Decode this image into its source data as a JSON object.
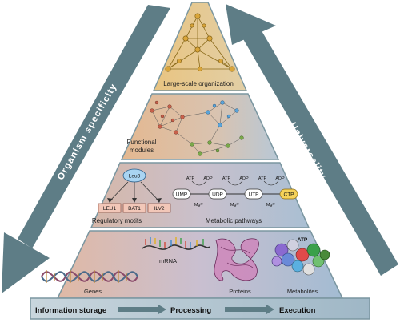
{
  "arrows": {
    "left_label": "Organism specificity",
    "right_label": "Universality"
  },
  "tiers": {
    "top": {
      "label": "Large-scale organization"
    },
    "second": {
      "label_line1": "Functional",
      "label_line2": "modules"
    },
    "third": {
      "hub": "Leu3",
      "targets": [
        "LEU1",
        "BAT1",
        "ILV2"
      ],
      "regulatory_label": "Regulatory motifs",
      "pathway_nodes": [
        "UMP",
        "UDP",
        "UTP",
        "CTP"
      ],
      "cofactors": [
        "ATP",
        "ADP",
        "ATP",
        "ADP",
        "ATP",
        "ADP"
      ],
      "ions": [
        "Mg²⁺",
        "Mg²⁺",
        "Mg²⁺"
      ],
      "metabolic_label": "Metabolic pathways"
    },
    "bottom": {
      "genes": "Genes",
      "mrna": "mRNA",
      "proteins": "Proteins",
      "metabolites": "Metabolites",
      "atp": "ATP"
    }
  },
  "flow": {
    "storage": "Information storage",
    "processing": "Processing",
    "execution": "Execution"
  },
  "colors": {
    "arrow": "#5e7d86",
    "frame": "#607f8a",
    "top_tier": "#e8c987",
    "mid_tier": "#d9b79a",
    "low_tier": "#b8c3d6"
  }
}
